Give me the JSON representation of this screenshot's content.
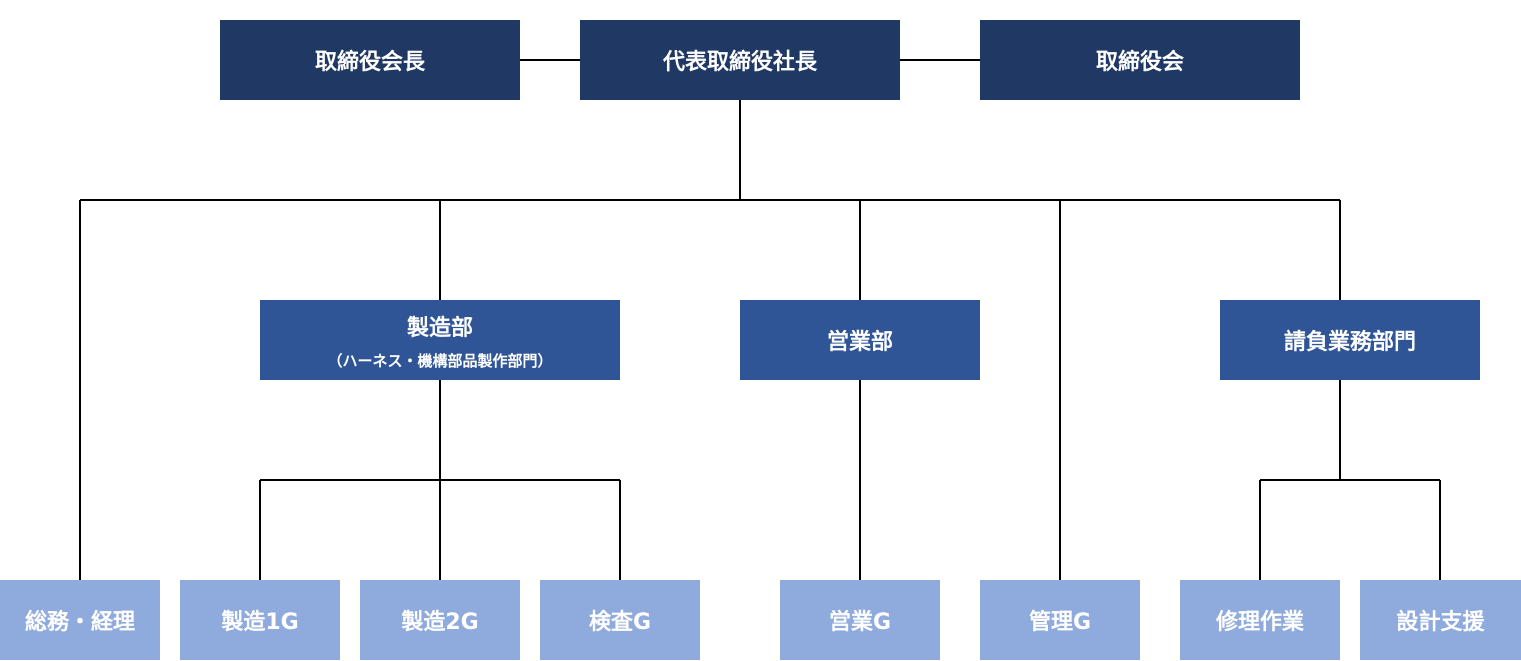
{
  "colors": {
    "top": "#203864",
    "dept": "#2f5597",
    "group": "#8faadc",
    "line": "#000000"
  },
  "top": {
    "chairman": "取締役会長",
    "president": "代表取締役社長",
    "board": "取締役会"
  },
  "departments": {
    "manufacturing": {
      "label": "製造部",
      "sub": "（ハーネス・機構部品製作部門）"
    },
    "sales": {
      "label": "営業部"
    },
    "contract": {
      "label": "請負業務部門"
    }
  },
  "groups": {
    "general_affairs": "総務・経理",
    "mfg1": "製造1G",
    "mfg2": "製造2G",
    "inspection": "検査G",
    "sales_g": "営業G",
    "management_g": "管理G",
    "repair": "修理作業",
    "design": "設計支援"
  }
}
